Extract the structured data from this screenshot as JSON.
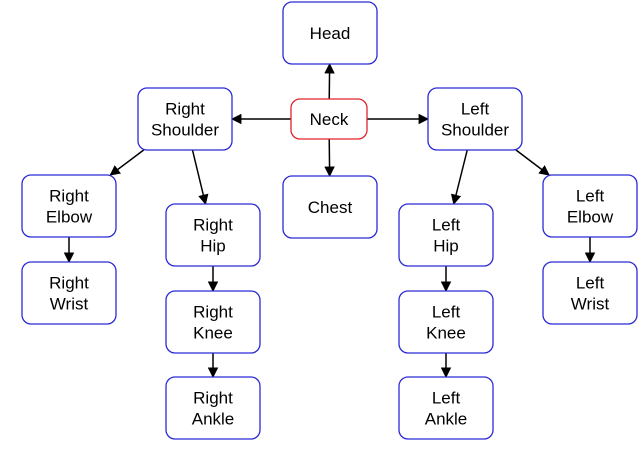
{
  "nodes": {
    "head": {
      "lines": [
        "Head"
      ]
    },
    "neck": {
      "lines": [
        "Neck"
      ]
    },
    "chest": {
      "lines": [
        "Chest"
      ]
    },
    "right_shoulder": {
      "lines": [
        "Right",
        "Shoulder"
      ]
    },
    "left_shoulder": {
      "lines": [
        "Left",
        "Shoulder"
      ]
    },
    "right_elbow": {
      "lines": [
        "Right",
        "Elbow"
      ]
    },
    "right_wrist": {
      "lines": [
        "Right",
        "Wrist"
      ]
    },
    "right_hip": {
      "lines": [
        "Right",
        "Hip"
      ]
    },
    "right_knee": {
      "lines": [
        "Right",
        "Knee"
      ]
    },
    "right_ankle": {
      "lines": [
        "Right",
        "Ankle"
      ]
    },
    "left_hip": {
      "lines": [
        "Left",
        "Hip"
      ]
    },
    "left_knee": {
      "lines": [
        "Left",
        "Knee"
      ]
    },
    "left_ankle": {
      "lines": [
        "Left",
        "Ankle"
      ]
    },
    "left_elbow": {
      "lines": [
        "Left",
        "Elbow"
      ]
    },
    "left_wrist": {
      "lines": [
        "Left",
        "Wrist"
      ]
    }
  },
  "edges": [
    [
      "neck",
      "head"
    ],
    [
      "neck",
      "chest"
    ],
    [
      "neck",
      "right_shoulder"
    ],
    [
      "neck",
      "left_shoulder"
    ],
    [
      "right_shoulder",
      "right_elbow"
    ],
    [
      "right_shoulder",
      "right_hip"
    ],
    [
      "right_elbow",
      "right_wrist"
    ],
    [
      "right_hip",
      "right_knee"
    ],
    [
      "right_knee",
      "right_ankle"
    ],
    [
      "left_shoulder",
      "left_hip"
    ],
    [
      "left_shoulder",
      "left_elbow"
    ],
    [
      "left_hip",
      "left_knee"
    ],
    [
      "left_knee",
      "left_ankle"
    ],
    [
      "left_elbow",
      "left_wrist"
    ]
  ],
  "colors": {
    "root_border": "#e0242c",
    "node_border": "#2b2bd6",
    "edge": "#000000"
  }
}
